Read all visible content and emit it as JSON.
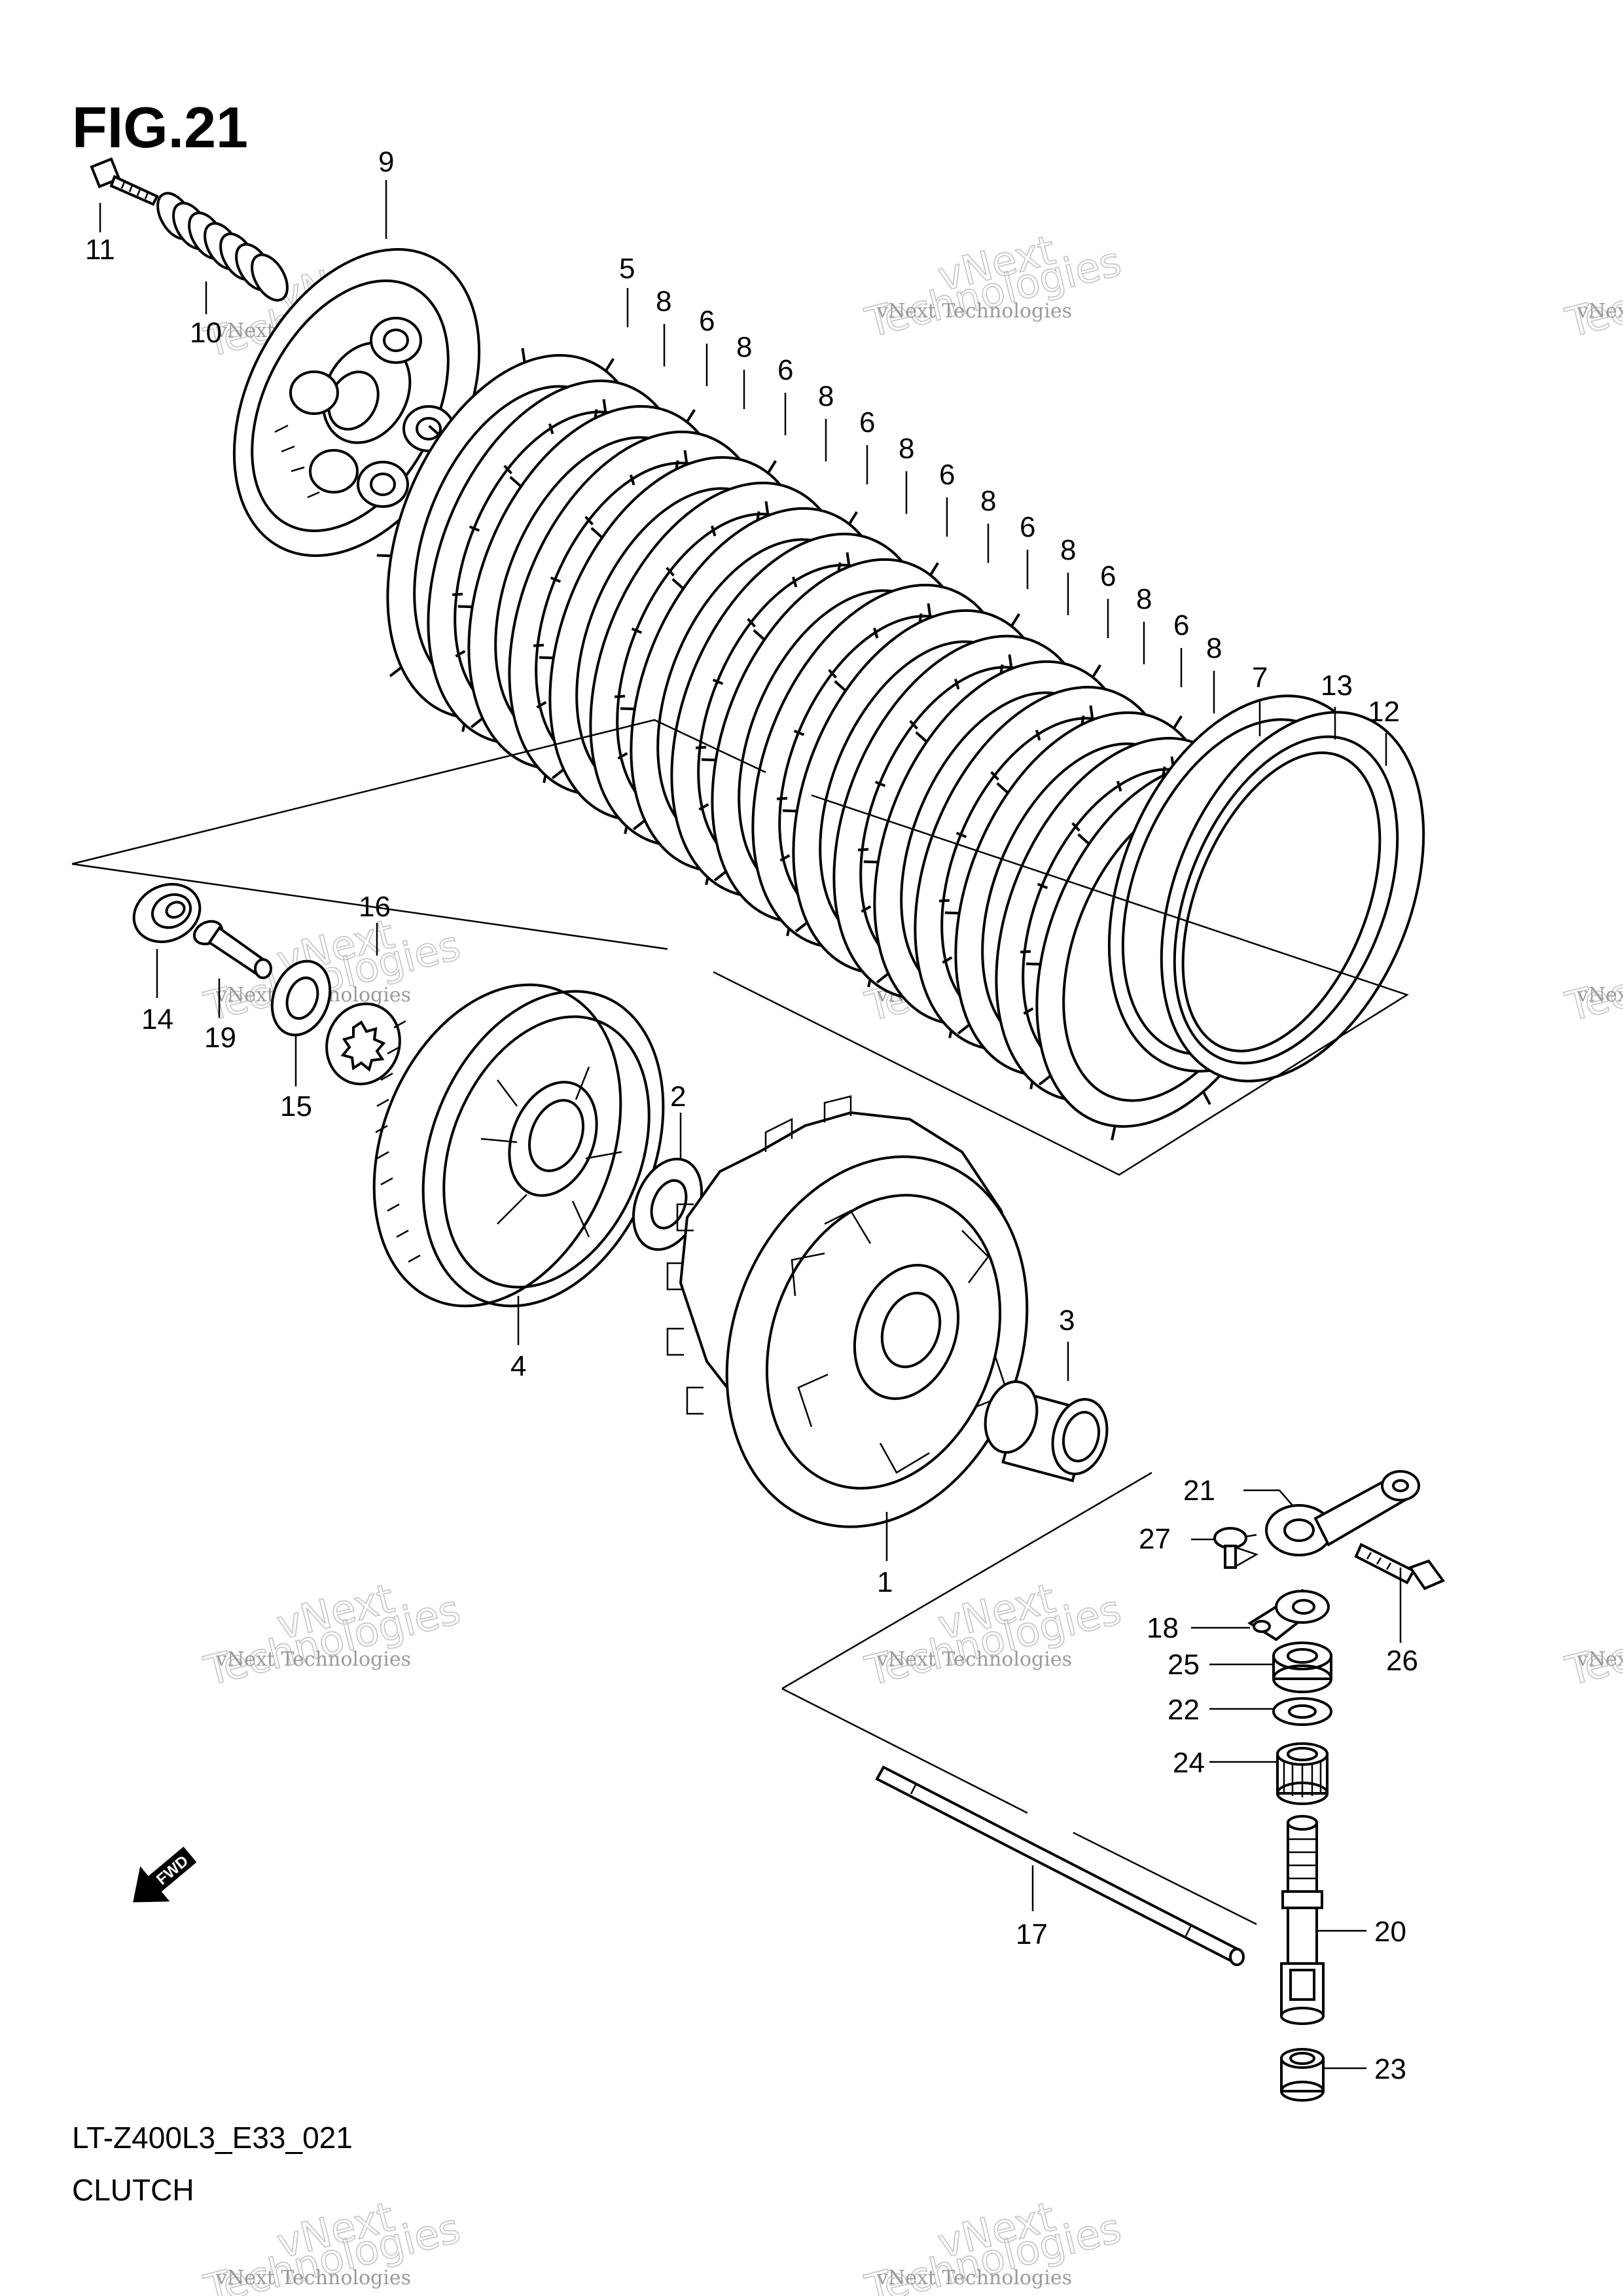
{
  "figure": {
    "title": "FIG.21",
    "code": "LT-Z400L3_E33_021",
    "name": "CLUTCH"
  },
  "fwd_icon": {
    "label": "FWD",
    "icon": "forward-arrow-icon"
  },
  "watermark": {
    "small_text": "vNext Technologies",
    "large_line1": "vNext",
    "large_line2": "Technologies"
  },
  "parts": {
    "1": "1",
    "2": "2",
    "3": "3",
    "4": "4",
    "5": "5",
    "6": "6",
    "7": "7",
    "8": "8",
    "9": "9",
    "10": "10",
    "11": "11",
    "12": "12",
    "13": "13",
    "14": "14",
    "15": "15",
    "16": "16",
    "17": "17",
    "18": "18",
    "19": "19",
    "20": "20",
    "21": "21",
    "22": "22",
    "23": "23",
    "24": "24",
    "25": "25",
    "26": "26",
    "27": "27"
  },
  "plate_stack_labels": [
    "5",
    "8",
    "6",
    "8",
    "6",
    "8",
    "6",
    "8",
    "6",
    "8",
    "6",
    "8",
    "6",
    "8",
    "6",
    "8",
    "7"
  ]
}
